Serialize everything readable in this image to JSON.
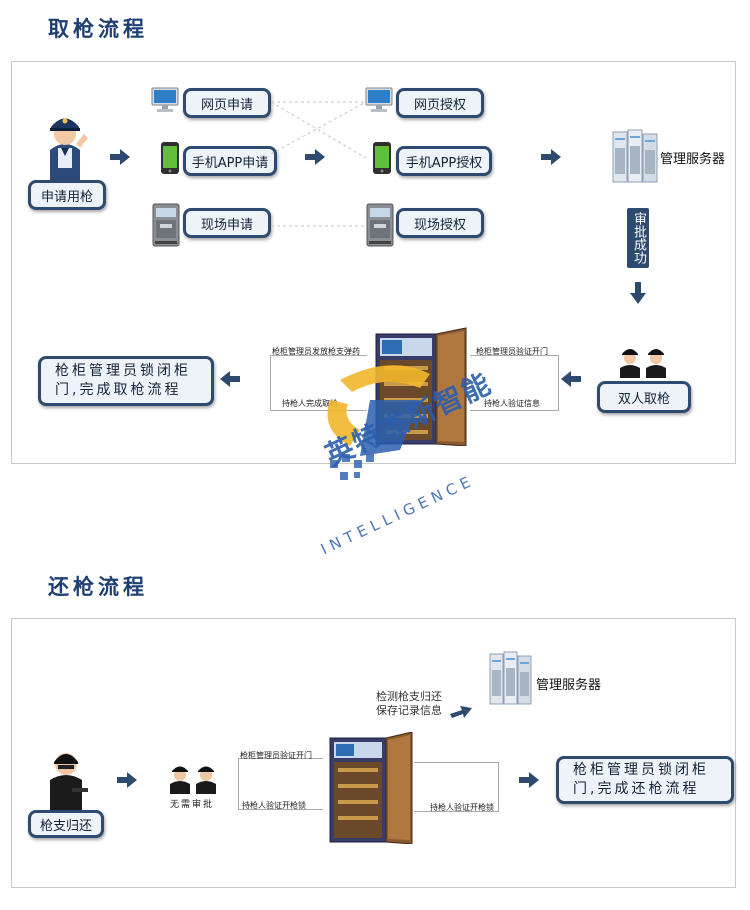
{
  "section1": {
    "title": "取枪流程",
    "apply_label": "申请用枪",
    "requests": [
      "网页申请",
      "手机APP申请",
      "现场申请"
    ],
    "auths": [
      "网页授权",
      "手机APP授权",
      "现场授权"
    ],
    "server_label": "管理服务器",
    "approve_label": "审批成功",
    "dual_label": "双人取枪",
    "cabinet_note_left_top": "枪柜管理员发放枪支弹药",
    "cabinet_note_left_bottom": "持枪人完成取枪",
    "cabinet_note_right_top": "枪柜管理员验证开门",
    "cabinet_note_right_bottom": "持枪人验证信息",
    "final_label": "枪柜管理员锁闭柜门,完成取枪流程"
  },
  "watermark": {
    "brand_cn": "英特杰斯智能",
    "brand_en": "INTELLIGENCE"
  },
  "section2": {
    "title": "还枪流程",
    "return_label": "枪支归还",
    "no_approval": "无需审批",
    "server_label": "管理服务器",
    "detect_note_line1": "检测枪支归还",
    "detect_note_line2": "保存记录信息",
    "cabinet_note_left_top": "枪柜管理员验证开门",
    "cabinet_note_left_bottom": "持枪人验证开枪锁",
    "cabinet_note_right_bottom": "持枪人验证开枪锁",
    "final_label": "枪柜管理员锁闭柜门,完成还枪流程"
  },
  "colors": {
    "navy": "#2e4a6e",
    "title_blue": "#1f3f73",
    "watermark_yellow": "#f2b72a",
    "watermark_blue": "#2b5fae"
  }
}
